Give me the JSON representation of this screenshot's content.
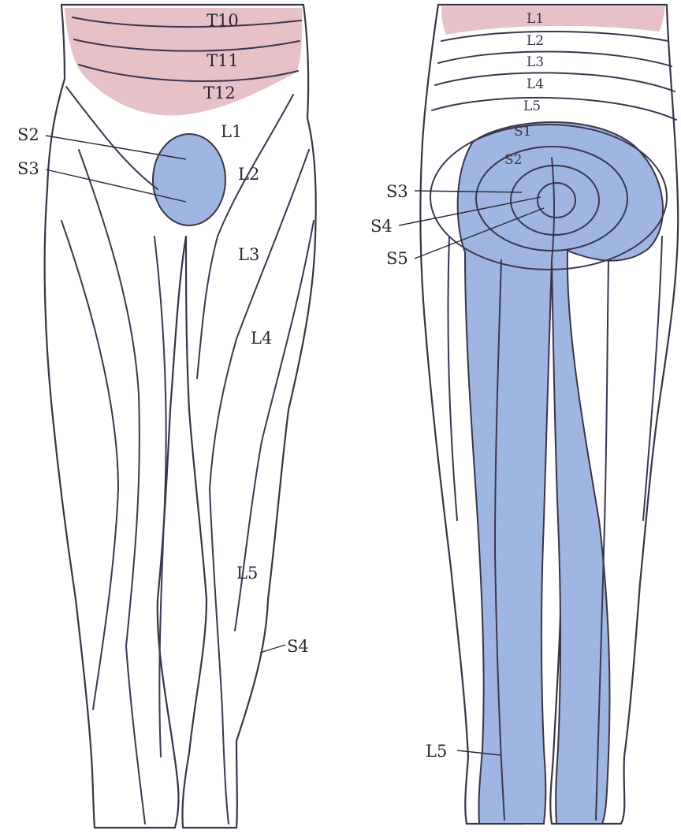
{
  "colors": {
    "background": "#ffffff",
    "lumbar_zone": "#b9a6c9",
    "thoracic_zone": "#e8c3c6",
    "sacral_zone": "#9db4e2",
    "lines": "#3d3650"
  },
  "front_view": {
    "labels": {
      "t10": "T10",
      "t11": "T11",
      "t12": "T12",
      "l1": "L1",
      "l2": "L2",
      "l3": "L3",
      "l4": "L4",
      "l5": "L5",
      "s2": "S2",
      "s3": "S3",
      "s4": "S4"
    }
  },
  "back_view": {
    "labels": {
      "l1": "L1",
      "l2": "L2",
      "l3": "L3",
      "l4": "L4",
      "l5_upper": "L5",
      "s1": "S1",
      "s2": "S2",
      "s3": "S3",
      "s4": "S4",
      "s5": "S5",
      "l5_lower": "L5"
    }
  }
}
